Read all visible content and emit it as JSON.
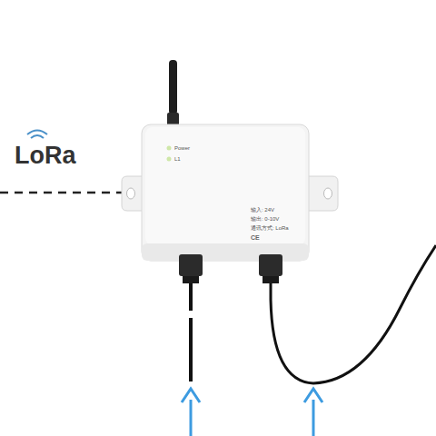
{
  "diagram": {
    "labels": [
      "LoRa",
      "Power",
      "L1",
      "输入: 24V",
      "输出: 0-10V",
      "通讯方式: LoRa",
      "CE"
    ]
  }
}
